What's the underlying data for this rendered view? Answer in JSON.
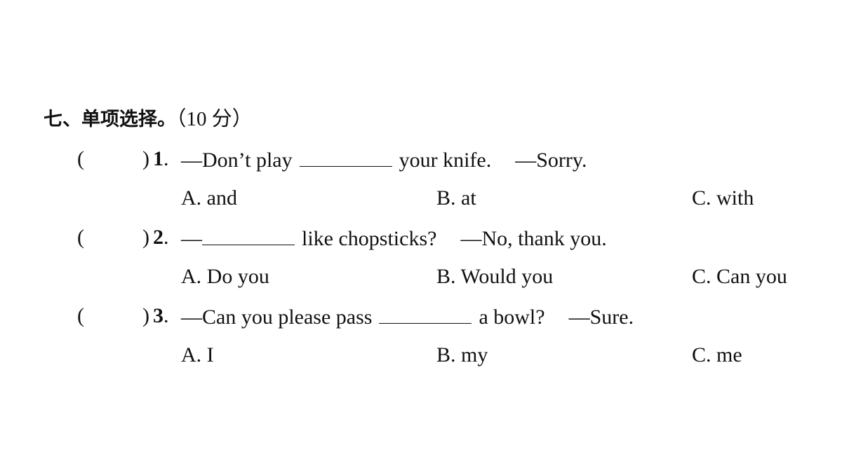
{
  "section": {
    "title": "七、单项选择。",
    "score": "（10 分）"
  },
  "questions": [
    {
      "paren_open": "(",
      "paren_close": ")",
      "number": "1",
      "dot": ".",
      "text_before": "—Don’t play",
      "text_after": "your knife.",
      "reply": "—Sorry.",
      "options": [
        "A. and",
        "B. at",
        "C. with"
      ]
    },
    {
      "paren_open": "(",
      "paren_close": ")",
      "number": "2",
      "dot": ".",
      "text_before": "—",
      "text_after": "like chopsticks?",
      "reply": "—No, thank you.",
      "options": [
        "A. Do you",
        "B. Would you",
        "C. Can you"
      ]
    },
    {
      "paren_open": "(",
      "paren_close": ")",
      "number": "3",
      "dot": ".",
      "text_before": "—Can you please pass",
      "text_after": "a bowl?",
      "reply": "—Sure.",
      "options": [
        "A. I",
        "B. my",
        "C. me"
      ]
    }
  ]
}
